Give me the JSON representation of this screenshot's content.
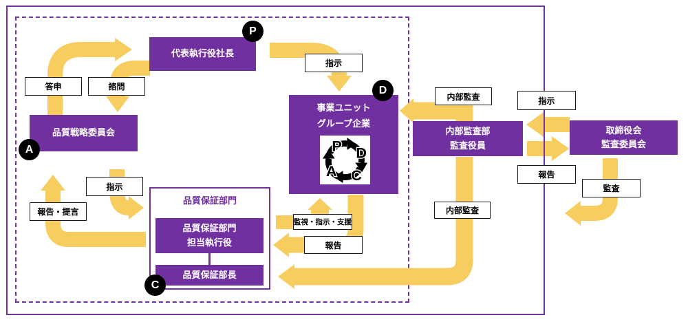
{
  "nodes": {
    "president": {
      "label": "代表執行役社長",
      "badge": "P"
    },
    "strategy_committee": {
      "label": "品質戦略委員会",
      "badge": "A"
    },
    "business_unit": {
      "line1": "事業ユニット",
      "line2": "グループ企業",
      "badge": "D",
      "pdca": {
        "p": "P",
        "d": "D",
        "c": "C",
        "a": "A"
      }
    },
    "internal_audit": {
      "line1": "内部監査部",
      "line2": "監査役員"
    },
    "board_audit_committee": {
      "line1": "取締役会",
      "line2": "監査委員会"
    },
    "qa_division": {
      "title": "品質保証部門",
      "executive": {
        "line1": "品質保証部門",
        "line2": "担当執行役"
      },
      "manager": {
        "label": "品質保証部長",
        "badge": "C"
      }
    }
  },
  "flow_labels": {
    "toshin": "答申",
    "shimon": "諮問",
    "shiji_top": "指示",
    "shiji_left": "指示",
    "houkoku_teigen": "報告・提言",
    "kanshi_shiji_shien": "監視・指示・支援",
    "houkoku_center": "報告",
    "naibu_kansa_top": "内部監査",
    "naibu_kansa_bottom": "内部監査",
    "shiji_right": "指示",
    "houkoku_right": "報告",
    "kansa": "監査"
  },
  "colors": {
    "box_purple": "#7030A0",
    "arrow_yellow": "#F7CD5F",
    "badge_black": "#000000",
    "label_border": "#1a1a1a"
  }
}
